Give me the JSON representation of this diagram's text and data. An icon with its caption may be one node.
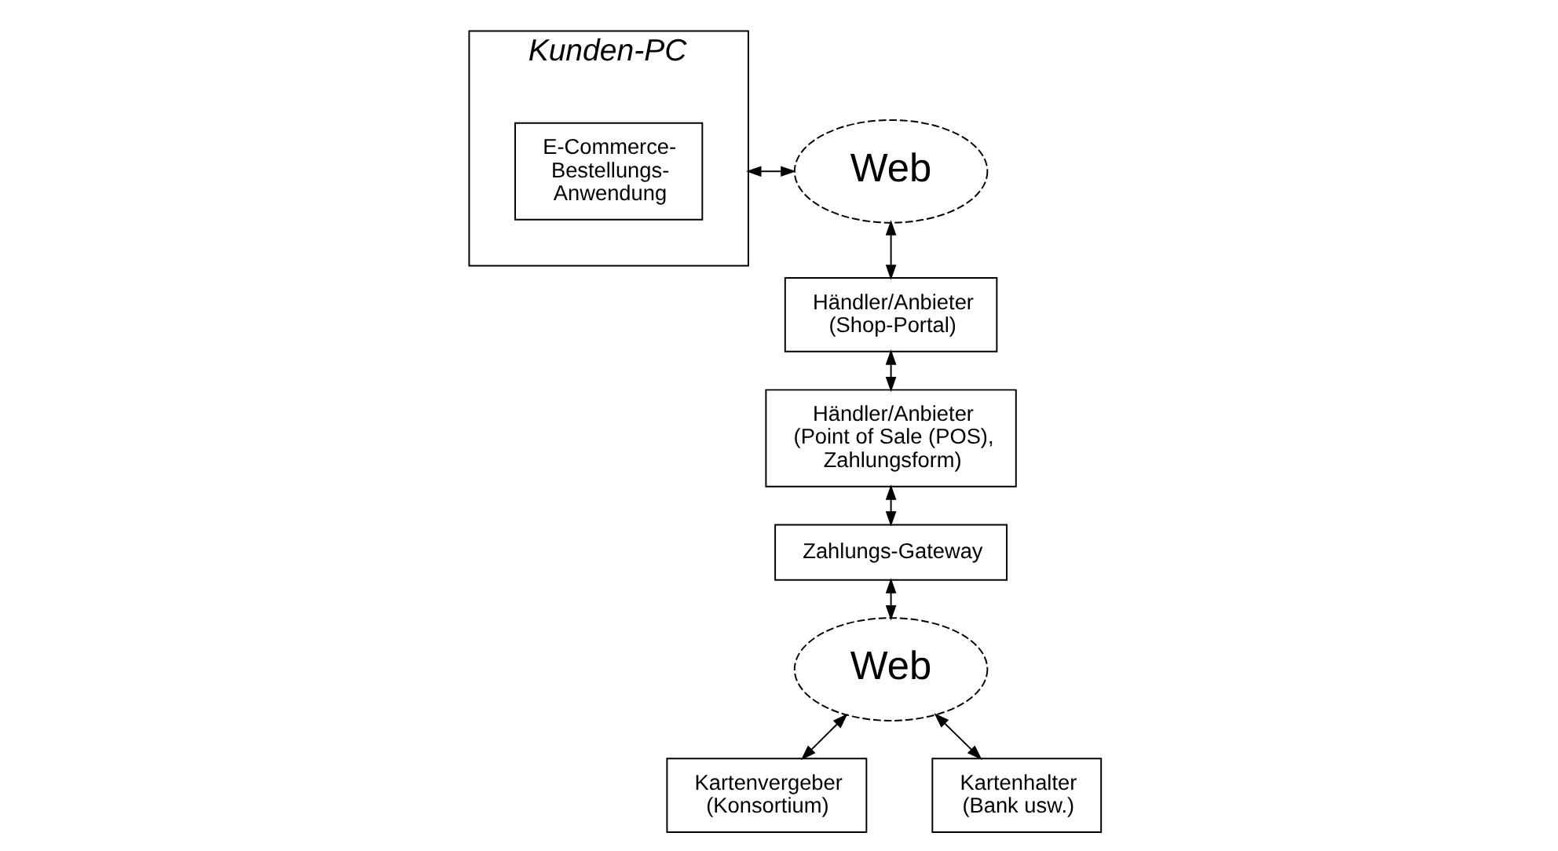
{
  "diagram": {
    "nodes": [
      {
        "text": [
          "Kunden-PC"
        ]
      },
      {
        "text": [
          "E-Commerce- Bestellungs- Anwendung"
        ],
        "in": 0
      },
      {
        "text": [
          "Web"
        ]
      },
      {
        "text": [
          "Händler/Anbieter (Shop-Portal)"
        ]
      },
      {
        "text": [
          "Händler/Anbieter (Point of Sale (POS), Zahlungsform)"
        ]
      },
      {
        "text": [
          "Zahlungs-Gateway"
        ]
      },
      {
        "text": [
          "Web"
        ]
      },
      {
        "text": [
          "Kartenvergeber (Konsortium)"
        ]
      },
      {
        "text": [
          "Kartenhalter (Bank usw.)"
        ]
      }
    ],
    "edges": [
      {
        "from": 0,
        "to": 2,
        "arrow": "both"
      },
      {
        "from": 2,
        "to": 3,
        "arrow": "both"
      },
      {
        "from": 3,
        "to": 4,
        "arrow": "both"
      },
      {
        "from": 4,
        "to": 5,
        "arrow": "both"
      },
      {
        "from": 5,
        "to": 6,
        "arrow": "both"
      },
      {
        "from": 6,
        "to": 7,
        "arrow": "both"
      },
      {
        "from": 6,
        "to": 8,
        "arrow": "both"
      }
    ]
  }
}
